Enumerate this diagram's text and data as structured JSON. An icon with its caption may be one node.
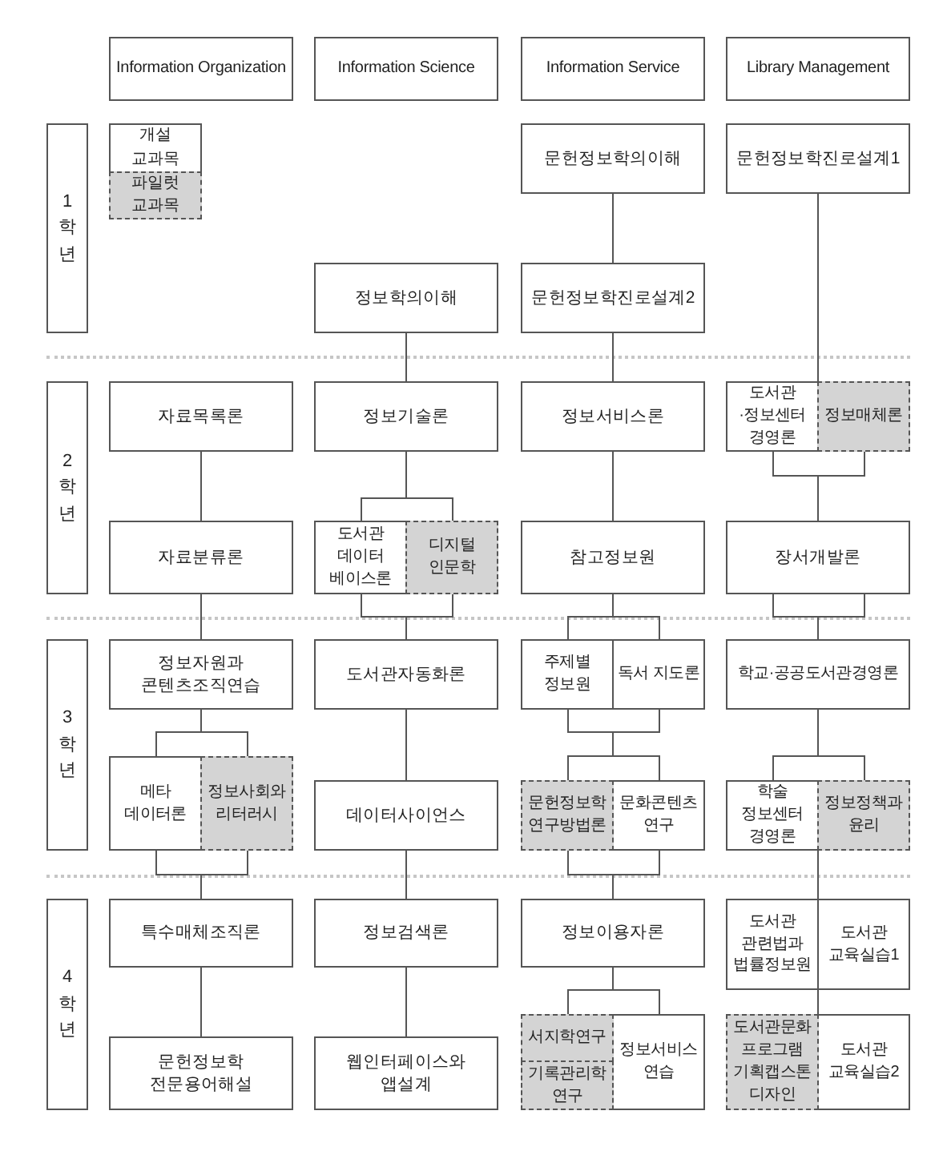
{
  "diagram": {
    "nodes": [
      {
        "text": [
          "Information Organization"
        ]
      },
      {
        "text": [
          "Information Science"
        ]
      },
      {
        "text": [
          "Information Service"
        ]
      },
      {
        "text": [
          "Library Management"
        ]
      },
      {
        "text": [
          "1학년"
        ]
      },
      {
        "text": [
          "문헌정보학의이해"
        ]
      },
      {
        "text": [
          "문헌정보학진로설계1"
        ]
      },
      {
        "text": [
          "정보학의이해"
        ]
      },
      {
        "text": [
          "문헌정보학진로설계2"
        ]
      },
      {
        "text": [
          "2학년"
        ]
      },
      {
        "text": [
          "자료목록론"
        ]
      },
      {
        "text": [
          "정보기술론"
        ]
      },
      {
        "text": [
          "정보서비스론"
        ]
      },
      {
        "text": [
          "도서관 ·정보센터 경영론"
        ]
      },
      {
        "text": [
          "정보매체론"
        ]
      },
      {
        "text": [
          "자료분류론"
        ]
      },
      {
        "text": [
          "도서관 데이터 베이스론"
        ]
      },
      {
        "text": [
          "디지털 인문학"
        ]
      },
      {
        "text": [
          "참고정보원"
        ]
      },
      {
        "text": [
          "장서개발론"
        ]
      },
      {
        "text": [
          "3학년"
        ]
      },
      {
        "text": [
          "정보자원과 콘텐츠조직연습"
        ]
      },
      {
        "text": [
          "도서관자동화론"
        ]
      },
      {
        "text": [
          "주제별 정보원"
        ]
      },
      {
        "text": [
          "독서 지도론"
        ]
      },
      {
        "text": [
          "학교·공공도서관경영론"
        ]
      },
      {
        "text": [
          "메타 데이터론"
        ]
      },
      {
        "text": [
          "정보사회와 리터러시"
        ]
      },
      {
        "text": [
          "데이터사이언스"
        ]
      },
      {
        "text": [
          "문헌정보학 연구방법론"
        ]
      },
      {
        "text": [
          "문화콘텐츠 연구"
        ]
      },
      {
        "text": [
          "학술 정보센터 경영론"
        ]
      },
      {
        "text": [
          "정보정책과 윤리"
        ]
      },
      {
        "text": [
          "4학년"
        ]
      },
      {
        "text": [
          "특수매체조직론"
        ]
      },
      {
        "text": [
          "정보검색론"
        ]
      },
      {
        "text": [
          "정보이용자론"
        ]
      },
      {
        "text": [
          "도서관 관련법과 법률정보원"
        ]
      },
      {
        "text": [
          "도서관 교육실습1"
        ]
      },
      {
        "text": [
          "문헌정보학 전문용어해설"
        ]
      },
      {
        "text": [
          "웹인터페이스와 앱설계"
        ]
      },
      {
        "text": [
          "서지학연구"
        ]
      },
      {
        "text": [
          "기록관리학 연구"
        ]
      },
      {
        "text": [
          "정보서비스 연습"
        ]
      },
      {
        "text": [
          "도서관문화 프로그램 기획캡스톤 디자인"
        ]
      },
      {
        "text": [
          "도서관 교육실습2"
        ]
      }
    ],
    "edges": [
      {
        "from": 5,
        "to": 8,
        "arrow": "none"
      },
      {
        "from": 6,
        "to": 13,
        "arrow": "none"
      },
      {
        "from": 6,
        "to": 14,
        "arrow": "none"
      },
      {
        "from": 7,
        "to": 11,
        "arrow": "none"
      },
      {
        "from": 8,
        "to": 12,
        "arrow": "none"
      },
      {
        "from": 10,
        "to": 15,
        "arrow": "none"
      },
      {
        "from": 11,
        "to": 16,
        "arrow": "none"
      },
      {
        "from": 11,
        "to": 17,
        "arrow": "none"
      },
      {
        "from": 12,
        "to": 18,
        "arrow": "none"
      },
      {
        "from": 13,
        "to": 19,
        "arrow": "none"
      },
      {
        "from": 14,
        "to": 19,
        "arrow": "none"
      },
      {
        "from": 15,
        "to": 21,
        "arrow": "none"
      },
      {
        "from": 16,
        "to": 22,
        "arrow": "none"
      },
      {
        "from": 17,
        "to": 22,
        "arrow": "none"
      },
      {
        "from": 18,
        "to": 23,
        "arrow": "none"
      },
      {
        "from": 18,
        "to": 24,
        "arrow": "none"
      },
      {
        "from": 19,
        "to": 25,
        "arrow": "none"
      },
      {
        "from": 21,
        "to": 26,
        "arrow": "none"
      },
      {
        "from": 21,
        "to": 27,
        "arrow": "none"
      },
      {
        "from": 22,
        "to": 28,
        "arrow": "none"
      },
      {
        "from": 23,
        "to": 29,
        "arrow": "none"
      },
      {
        "from": 23,
        "to": 30,
        "arrow": "none"
      },
      {
        "from": 24,
        "to": 29,
        "arrow": "none"
      },
      {
        "from": 24,
        "to": 30,
        "arrow": "none"
      },
      {
        "from": 25,
        "to": 31,
        "arrow": "none"
      },
      {
        "from": 25,
        "to": 32,
        "arrow": "none"
      },
      {
        "from": 26,
        "to": 34,
        "arrow": "none"
      },
      {
        "from": 27,
        "to": 34,
        "arrow": "none"
      },
      {
        "from": 28,
        "to": 35,
        "arrow": "none"
      },
      {
        "from": 29,
        "to": 36,
        "arrow": "none"
      },
      {
        "from": 30,
        "to": 36,
        "arrow": "none"
      },
      {
        "from": 31,
        "to": 37,
        "arrow": "none"
      },
      {
        "from": 31,
        "to": 38,
        "arrow": "none"
      },
      {
        "from": 32,
        "to": 37,
        "arrow": "none"
      },
      {
        "from": 32,
        "to": 38,
        "arrow": "none"
      },
      {
        "from": 34,
        "to": 39,
        "arrow": "none"
      },
      {
        "from": 35,
        "to": 40,
        "arrow": "none"
      },
      {
        "from": 36,
        "to": 41,
        "arrow": "none"
      },
      {
        "from": 36,
        "to": 43,
        "arrow": "none"
      },
      {
        "from": 37,
        "to": 44,
        "arrow": "none"
      },
      {
        "from": 37,
        "to": 45,
        "arrow": "none"
      },
      {
        "from": 38,
        "to": 44,
        "arrow": "none"
      },
      {
        "from": 38,
        "to": 45,
        "arrow": "none"
      }
    ],
    "legend": [
      {
        "text": "개설 교과목",
        "color": "#ffffff"
      },
      {
        "text": "파일럿 교과목",
        "color": "#d4d4d4"
      }
    ]
  }
}
